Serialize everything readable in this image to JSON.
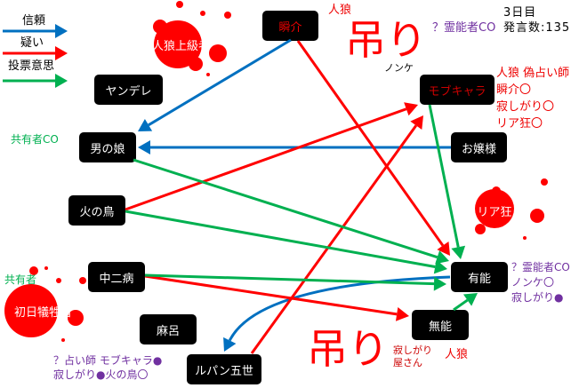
{
  "legend": [
    {
      "label": "信頼",
      "color": "#0070c0"
    },
    {
      "label": "疑い",
      "color": "#ff0000"
    },
    {
      "label": "投票意思",
      "color": "#00b050"
    }
  ],
  "status": {
    "day": "3日目",
    "posts": "発言数:135"
  },
  "nodes": {
    "shunsuke": "瞬介",
    "jinro_jokyu": "人狼上級者",
    "yandere": "ヤンデレ",
    "mobu": "モブキャラ",
    "otokonoko": "男の娘",
    "ojosama": "お嬢様",
    "hinotori": "火の鳥",
    "riakyo": "リア狂",
    "chunibyo": "中二病",
    "yuno": "有能",
    "shonichi": "初日犠牲者",
    "muno": "無能",
    "maro": "麻呂",
    "lupin": "ルパン五世"
  },
  "notes": {
    "shunsuke_role": "人狼",
    "hanged_top": "吊り",
    "nonke_hidden": "ノンケ",
    "nonke_co": "？霊能者CO",
    "mobu_notes": [
      "人狼 偽占い師",
      "瞬介〇",
      "寂しがり〇",
      "リア狂〇"
    ],
    "otokonoko_co": "共有者CO",
    "shonichi_role": "共有者",
    "lupin_notes": [
      "？占い師 モブキャラ●",
      "寂しがり●火の鳥〇"
    ],
    "yuno_notes": [
      "？霊能者CO",
      "ノンケ〇",
      "寂しがり●"
    ],
    "hanged_bottom": "吊り",
    "sabishigari": [
      "寂しがり",
      "屋さん"
    ],
    "sabishigari_role": "人狼"
  },
  "colors": {
    "trust": "#0070c0",
    "doubt": "#ff0000",
    "vote": "#00b050",
    "purple": "#7030a0",
    "blood": "#ff0000"
  }
}
